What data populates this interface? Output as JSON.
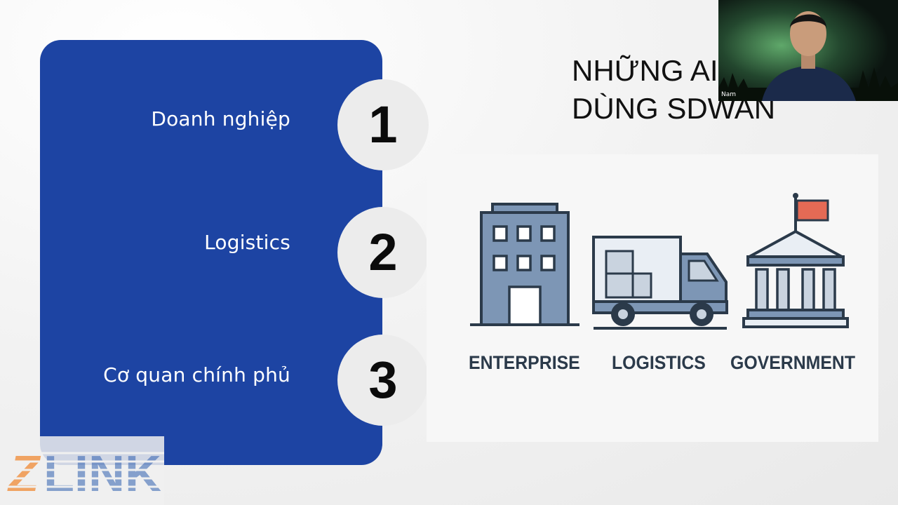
{
  "slide": {
    "items": [
      {
        "number": "1",
        "label": "Doanh nghiệp"
      },
      {
        "number": "2",
        "label": "Logistics"
      },
      {
        "number": "3",
        "label": "Cơ quan chính phủ"
      }
    ],
    "heading": {
      "line1": "NHỮNG AI",
      "line2": "DÙNG SDWAN"
    },
    "categories": {
      "enterprise": "ENTERPRISE",
      "logistics": "LOGISTICS",
      "government": "GOVERNMENT"
    },
    "logo": "ZLINK"
  },
  "webcam": {
    "participant_name": "Nam"
  },
  "colors": {
    "panel_blue": "#1d44a3",
    "icon_blue": "#7d96b5",
    "icon_outline": "#2b3a4a",
    "flag_red": "#e46a55",
    "logo_orange": "#f08a35",
    "logo_blue": "#2f5fb0"
  }
}
